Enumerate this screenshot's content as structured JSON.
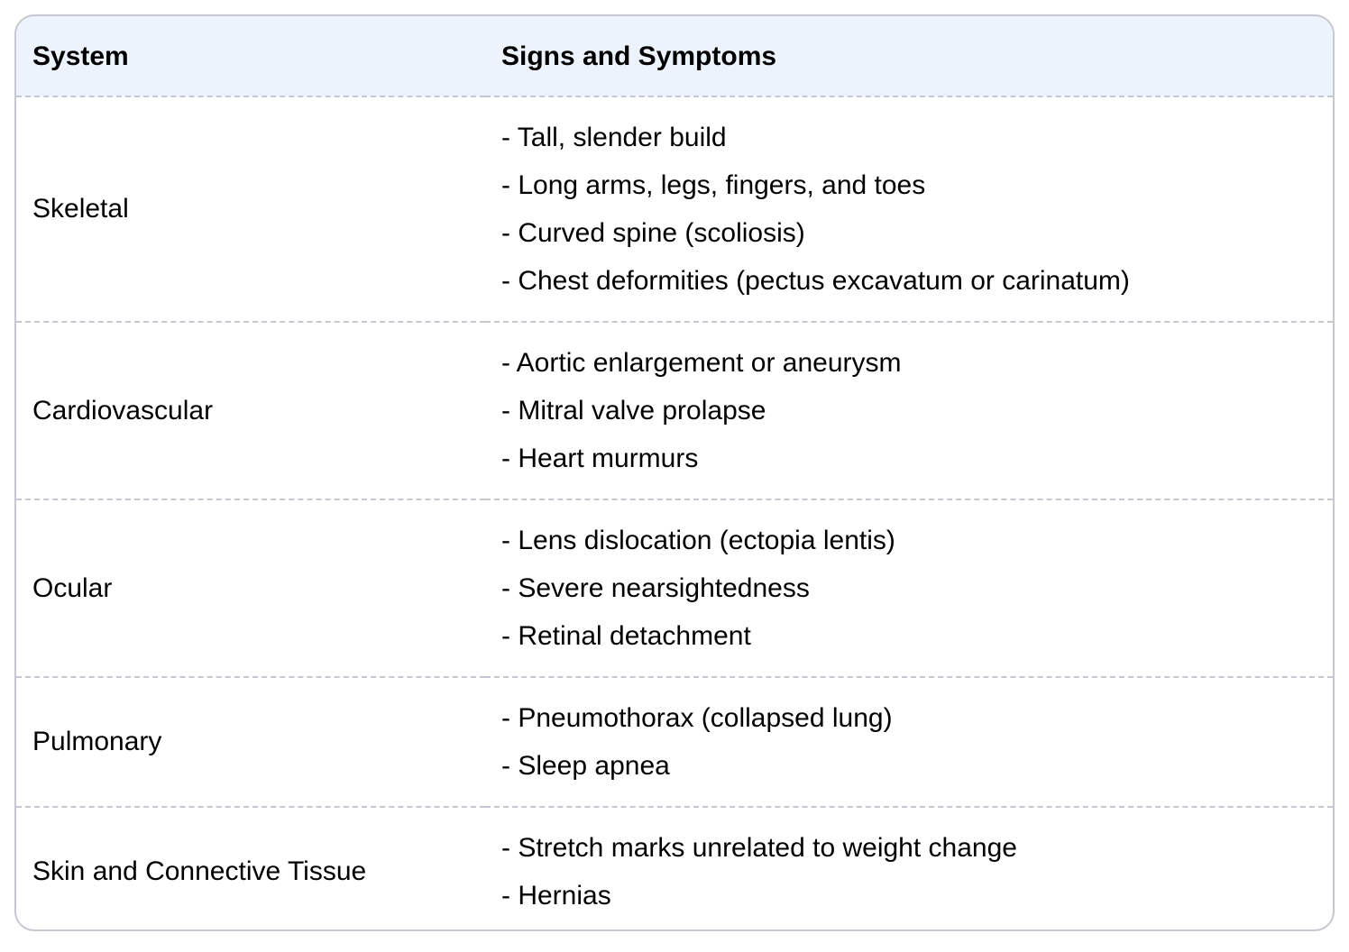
{
  "table": {
    "headers": [
      "System",
      "Signs and Symptoms"
    ],
    "rows": [
      {
        "system": "Skeletal",
        "symptoms": [
          "- Tall, slender build",
          "- Long arms, legs, fingers, and toes",
          "- Curved spine (scoliosis)",
          "- Chest deformities (pectus excavatum or carinatum)"
        ]
      },
      {
        "system": "Cardiovascular",
        "symptoms": [
          "- Aortic enlargement or aneurysm",
          "- Mitral valve prolapse",
          "- Heart murmurs"
        ]
      },
      {
        "system": "Ocular",
        "symptoms": [
          "- Lens dislocation (ectopia lentis)",
          "- Severe nearsightedness",
          "- Retinal detachment"
        ]
      },
      {
        "system": "Pulmonary",
        "symptoms": [
          "- Pneumothorax (collapsed lung)",
          "- Sleep apnea"
        ]
      },
      {
        "system": "Skin and Connective Tissue",
        "symptoms": [
          "- Stretch marks unrelated to weight change",
          "- Hernias"
        ]
      }
    ]
  },
  "colors": {
    "header_bg": "#edf3fd",
    "border": "#c7c7d1",
    "text": "#000000"
  }
}
